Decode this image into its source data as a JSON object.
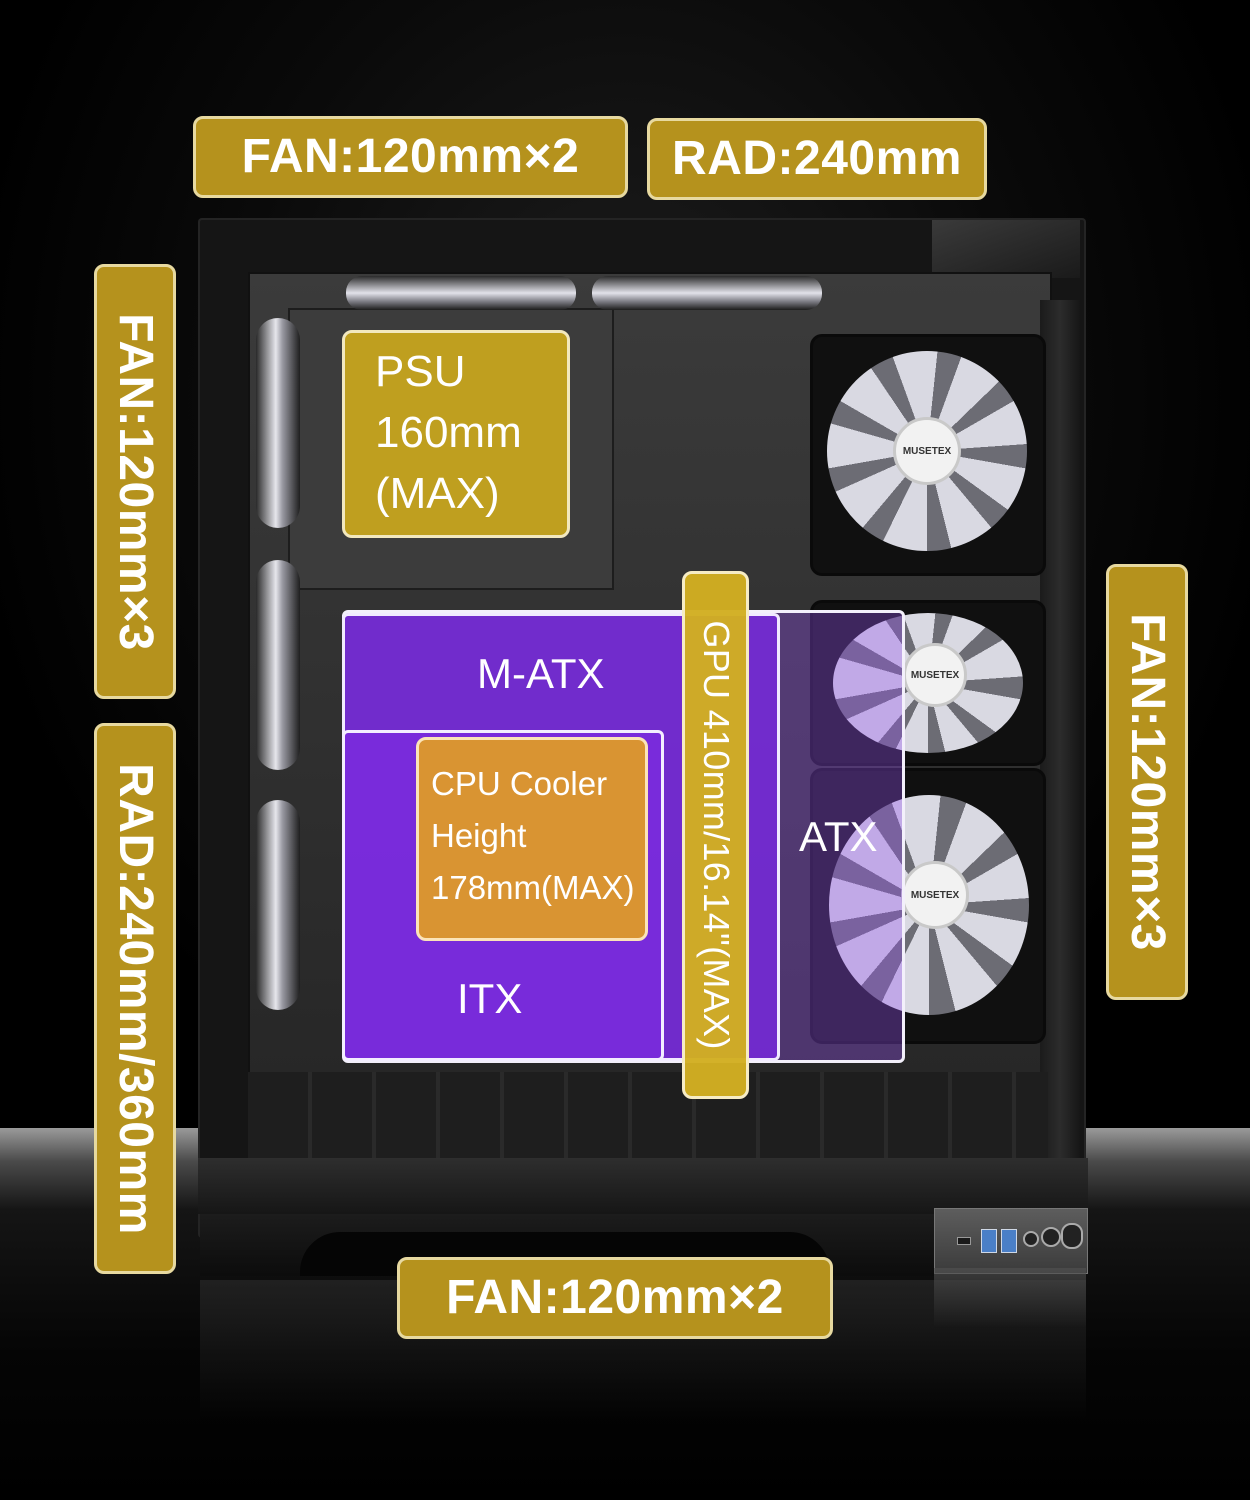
{
  "labels": {
    "top_fan": "FAN:120mm×2",
    "top_rad": "RAD:240mm",
    "left_fan": "FAN:120mm×3",
    "left_rad": "RAD:240mm/360mm",
    "right_fan": "FAN:120mm×3",
    "bottom_fan": "FAN:120mm×2"
  },
  "psu": {
    "line1": "PSU",
    "line2": "160mm",
    "line3": "(MAX)"
  },
  "motherboard": {
    "matx": "M-ATX",
    "atx": "ATX",
    "itx": "ITX"
  },
  "cpu_cooler": {
    "line1": "CPU Cooler",
    "line2": "Height",
    "line3": "178mm(MAX)"
  },
  "gpu": {
    "label": "GPU 410mm/16.14\"(MAX)"
  },
  "fan_brand": "MUSETEX",
  "colors": {
    "gold": "#b5921d",
    "purple": "#7a28e6",
    "orange": "#dc982c",
    "background": "#000000"
  }
}
